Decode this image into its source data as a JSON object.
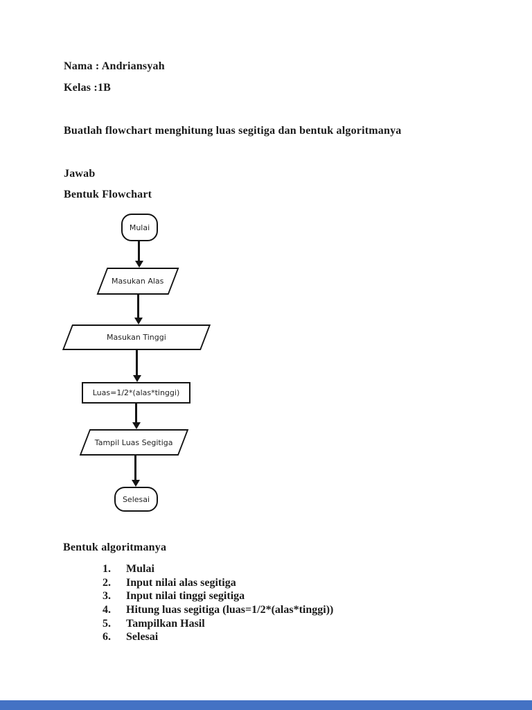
{
  "header": {
    "name_line": "Nama : Andriansyah",
    "class_line": "Kelas :1B",
    "task_line": "Buatlah flowchart menghitung luas segitiga dan bentuk algoritmanya",
    "answer_label": "Jawab",
    "flowchart_heading": "Bentuk Flowchart"
  },
  "flowchart": {
    "nodes": [
      {
        "id": "start",
        "type": "terminator",
        "label": "Mulai"
      },
      {
        "id": "input-alas",
        "type": "input-output",
        "label": "Masukan Alas"
      },
      {
        "id": "input-tinggi",
        "type": "input-output",
        "label": "Masukan Tinggi"
      },
      {
        "id": "process-luas",
        "type": "process",
        "label": "Luas=1/2*(alas*tinggi)"
      },
      {
        "id": "output-luas",
        "type": "input-output",
        "label": "Tampil Luas Segitiga"
      },
      {
        "id": "end",
        "type": "terminator",
        "label": "Selesai"
      }
    ]
  },
  "algorithm": {
    "heading": "Bentuk algoritmanya",
    "steps": [
      {
        "num": "1.",
        "text": "Mulai"
      },
      {
        "num": "2.",
        "text": "Input nilai alas segitiga"
      },
      {
        "num": "3.",
        "text": "Input nilai tinggi segitiga"
      },
      {
        "num": "4.",
        "text": "Hitung luas segitiga (luas=1/2*(alas*tinggi))"
      },
      {
        "num": "5.",
        "text": "Tampilkan Hasil"
      },
      {
        "num": "6.",
        "text": "Selesai"
      }
    ]
  },
  "colors": {
    "ink": "#1a1a1a",
    "shape_border": "#141414",
    "bottom_bar": "#4472c4"
  }
}
